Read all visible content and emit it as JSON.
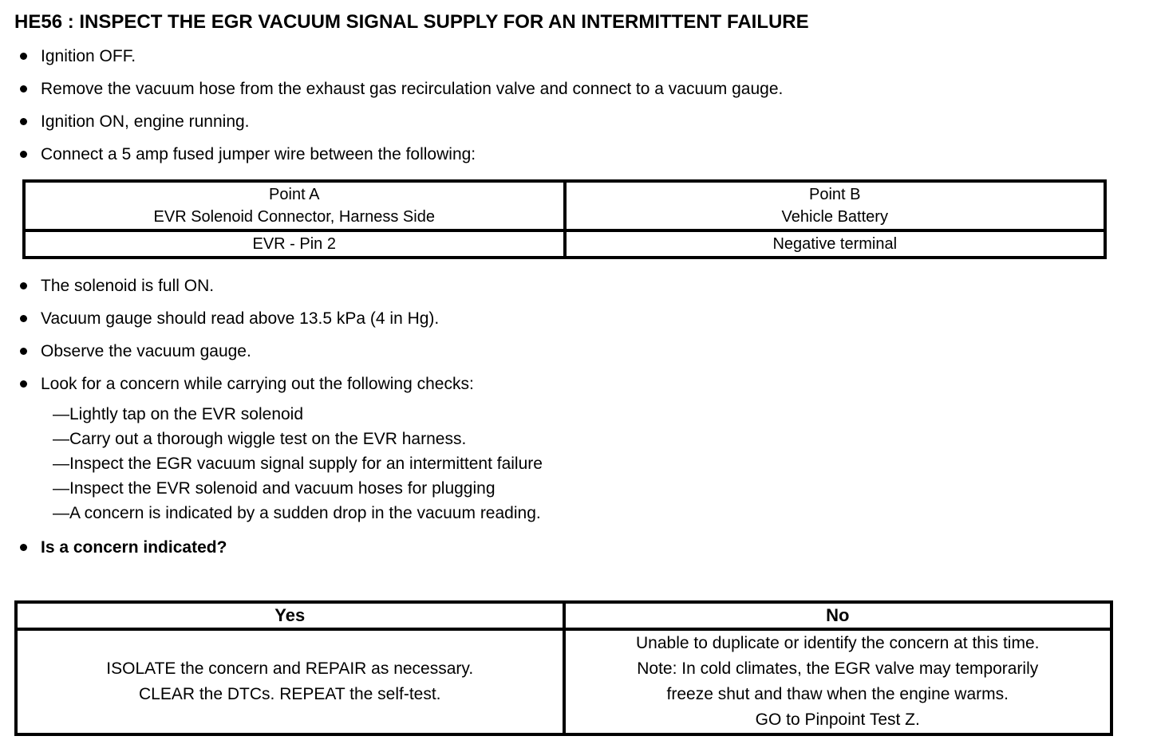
{
  "document": {
    "title": "HE56 : INSPECT THE EGR VACUUM SIGNAL SUPPLY FOR AN INTERMITTENT FAILURE",
    "setup_steps": [
      "Ignition OFF.",
      "Remove the vacuum hose from the exhaust gas recirculation valve and connect to a vacuum gauge.",
      "Ignition ON, engine running.",
      "Connect a 5 amp fused jumper wire between the following:"
    ],
    "jumper_table": {
      "point_a": {
        "title": "Point A",
        "subtitle": "EVR Solenoid Connector, Harness Side",
        "connection": "EVR - Pin 2"
      },
      "point_b": {
        "title": "Point B",
        "subtitle": "Vehicle Battery",
        "connection": "Negative terminal"
      }
    },
    "observation_steps": [
      "The solenoid is full ON.",
      "Vacuum gauge should read above 13.5 kPa (4 in Hg).",
      "Observe the vacuum gauge.",
      "Look for a concern while carrying out the following checks:"
    ],
    "sub_checks": [
      "—Lightly tap on the EVR solenoid",
      "—Carry out a thorough wiggle test on the EVR harness.",
      "—Inspect the EGR vacuum signal supply for an intermittent failure",
      "—Inspect the EVR solenoid and vacuum hoses for plugging",
      "—A concern is indicated by a sudden drop in the vacuum reading."
    ],
    "question": "Is a concern indicated?",
    "result_table": {
      "yes": {
        "header": "Yes",
        "lines": [
          "ISOLATE the concern and REPAIR as necessary.",
          "CLEAR the DTCs. REPEAT the self-test."
        ]
      },
      "no": {
        "header": "No",
        "lines": [
          "Unable to duplicate or identify the concern at this time.",
          "Note: In cold climates, the EGR valve may temporarily",
          "freeze shut and thaw when the engine warms.",
          "GO to Pinpoint Test Z."
        ]
      }
    },
    "colors": {
      "text": "#000000",
      "background": "#ffffff",
      "table_border": "#000000"
    }
  }
}
